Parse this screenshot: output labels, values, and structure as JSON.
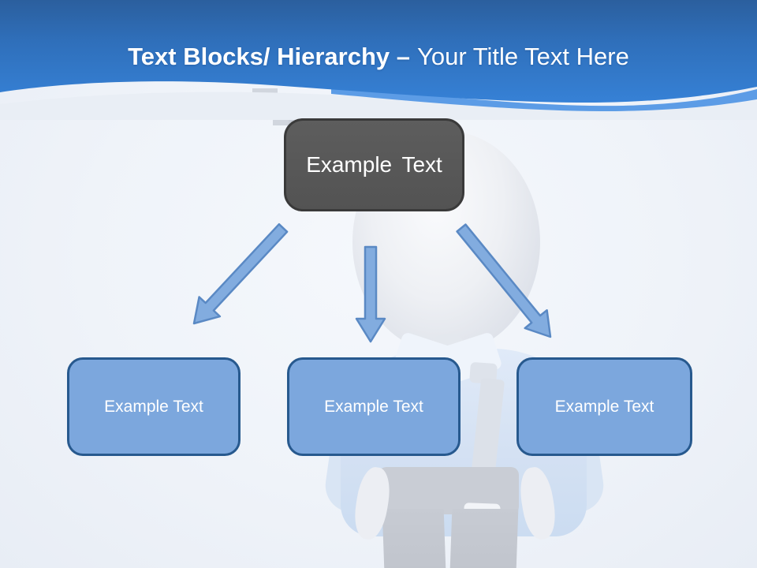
{
  "header": {
    "title_bold": "Text Blocks/ Hierarchy –",
    "title_regular": "Your Title Text Here"
  },
  "hierarchy": {
    "root": {
      "label": "Example Text"
    },
    "children": [
      {
        "label": "Example Text"
      },
      {
        "label": "Example Text"
      },
      {
        "label": "Example Text"
      }
    ]
  },
  "decor": {
    "figure": "3d-person-character",
    "fragments": "pixelated-cursor"
  },
  "colors": {
    "headerTop": "#2b5f9e",
    "headerMid": "#2f6fba",
    "headerBottom": "#3681d6",
    "headerStripe": "#5c9ce6",
    "titleText": "#ffffff",
    "rootFill": "#5d5d5d",
    "rootBorder": "#3a3a3a",
    "rootText": "#ffffff",
    "childFill": "#7ca7dd",
    "childBorder": "#27598e",
    "childText": "#ffffff",
    "arrowFill": "#82acdf",
    "arrowStroke": "#5a89c4",
    "background": "#eff3f9"
  }
}
